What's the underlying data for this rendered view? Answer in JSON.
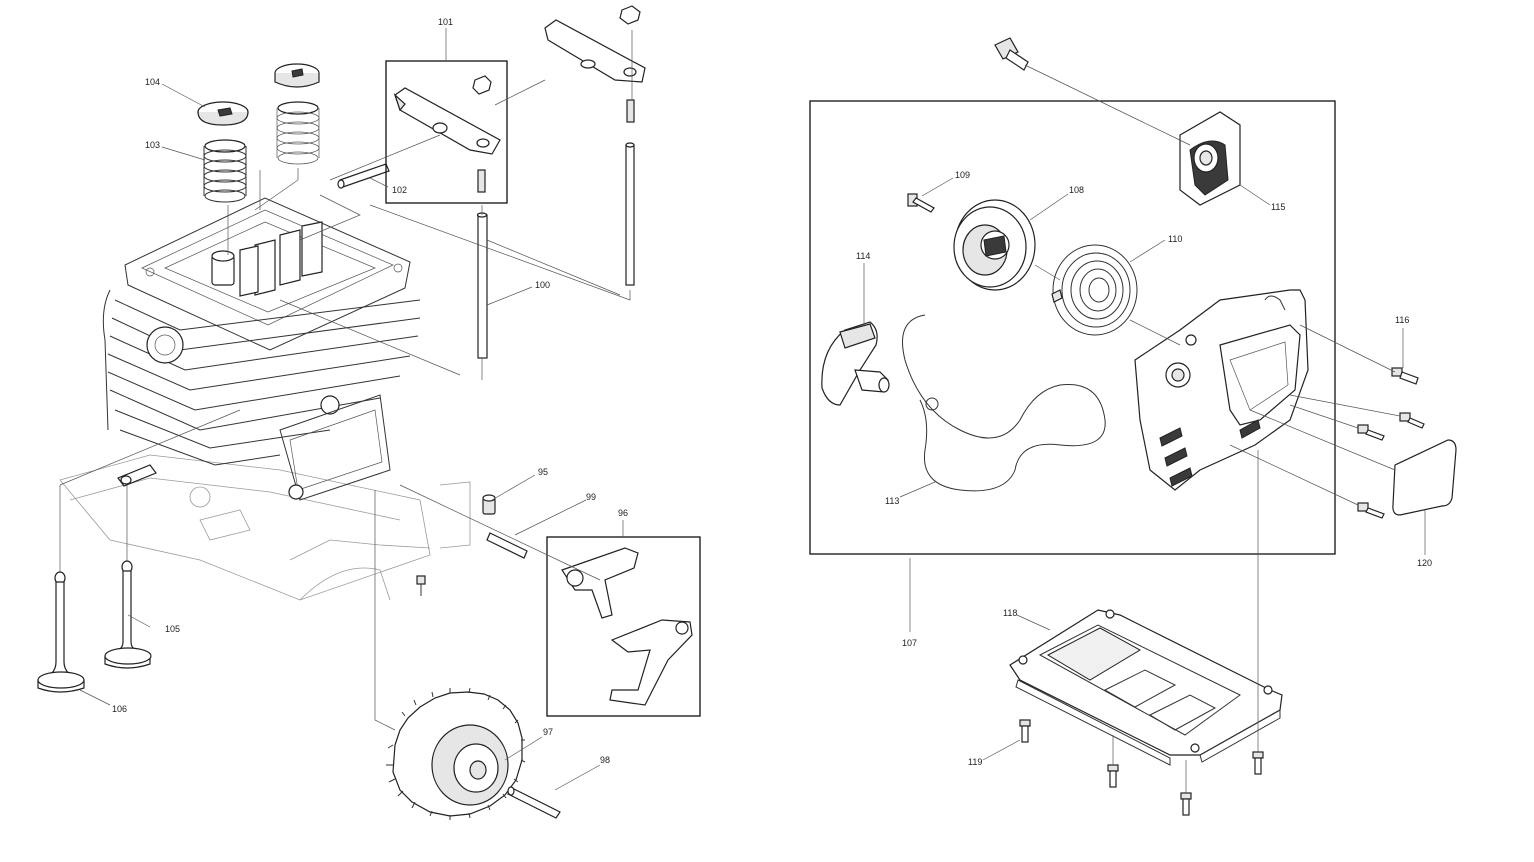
{
  "labels": {
    "p95": "95",
    "p96": "96",
    "p97": "97",
    "p98": "98",
    "p99": "99",
    "p100": "100",
    "p101": "101",
    "p102": "102",
    "p103": "103",
    "p104": "104",
    "p105": "105",
    "p106": "106",
    "p107": "107",
    "p108": "108",
    "p109": "109",
    "p110": "110",
    "p113": "113",
    "p114": "114",
    "p115": "115",
    "p116": "116",
    "p118": "118",
    "p119": "119",
    "p120": "120"
  },
  "colors": {
    "line": "#333333",
    "shade": "#e6e6e6",
    "dark": "#3a3a3a",
    "background": "#ffffff"
  }
}
